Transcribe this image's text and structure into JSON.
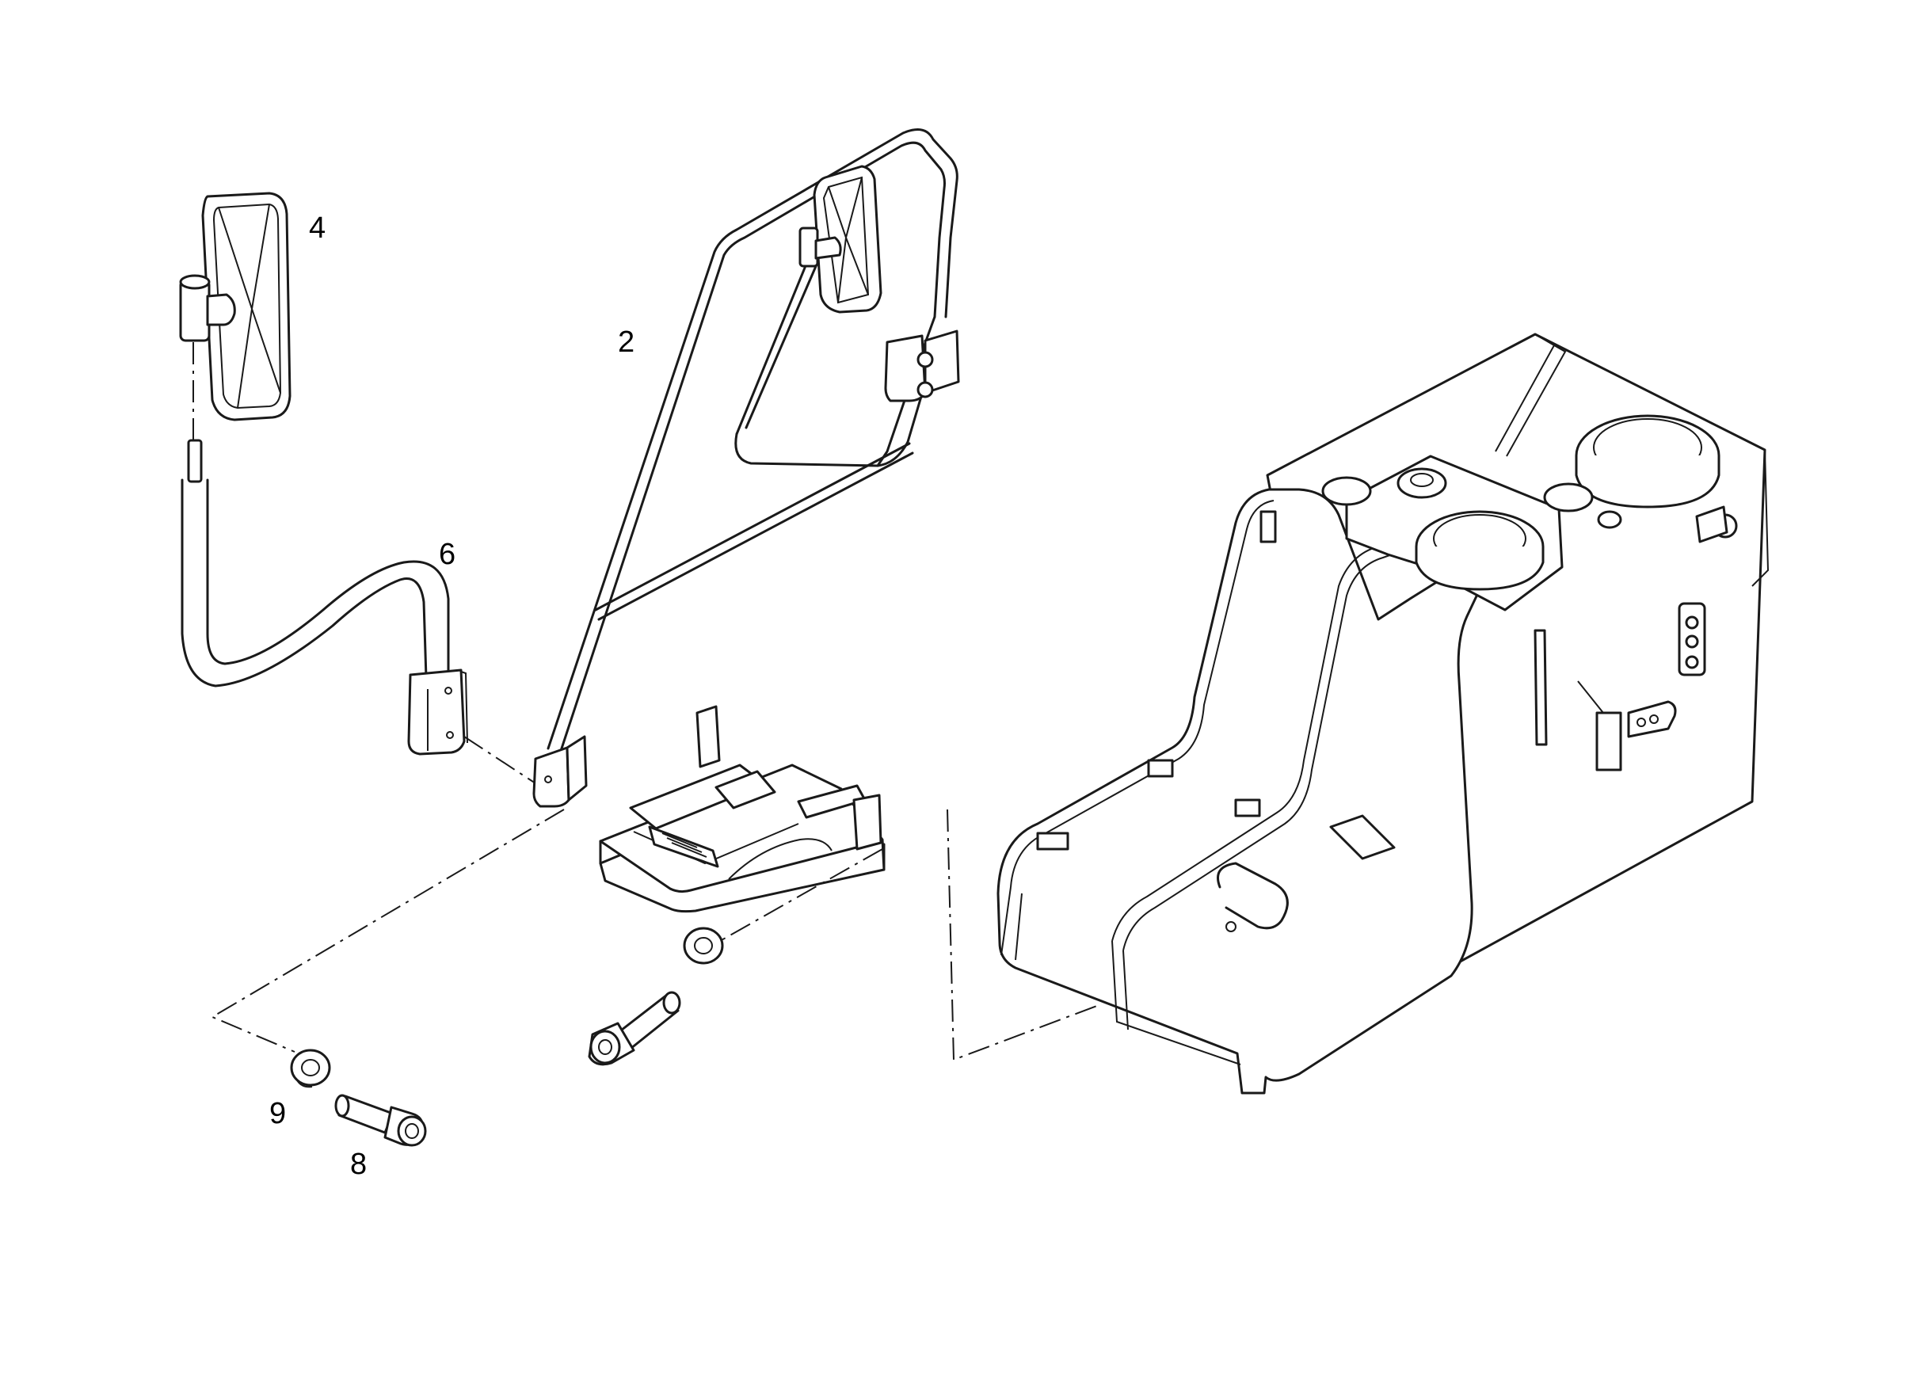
{
  "callouts": {
    "c2": "2",
    "c4": "4",
    "c6": "6",
    "c8": "8",
    "c9": "9"
  },
  "parts": {
    "2": "frame-with-mounting-plate",
    "4": "mirror",
    "6": "mirror-arm",
    "8": "screw",
    "9": "washer"
  },
  "colors": {
    "line": "#1a1a1a",
    "background": "#ffffff"
  }
}
